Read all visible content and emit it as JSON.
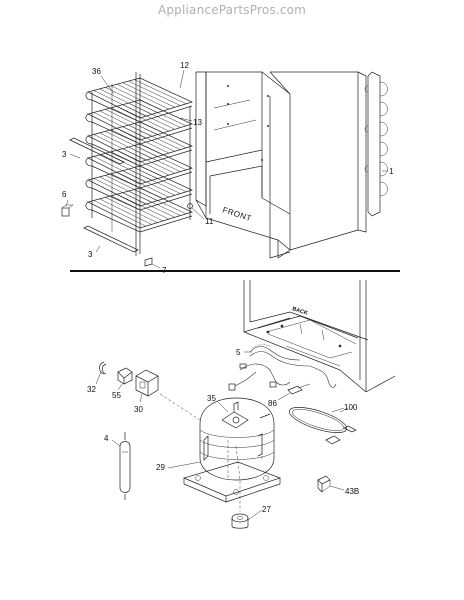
{
  "watermark": "AppliancePartsPros.com",
  "cabinet": {
    "front_label": "FRONT",
    "back_label": "BACK"
  },
  "callouts": {
    "c36": "36",
    "c12": "12",
    "c13": "13",
    "c3a": "3",
    "c6": "6",
    "c11": "11",
    "c3b": "3",
    "c7": "7",
    "c1": "1",
    "c5": "5",
    "c32": "32",
    "c55": "55",
    "c30": "30",
    "c35": "35",
    "c86": "86",
    "c100": "100",
    "c4": "4",
    "c29": "29",
    "c43b": "43B",
    "c27": "27"
  }
}
